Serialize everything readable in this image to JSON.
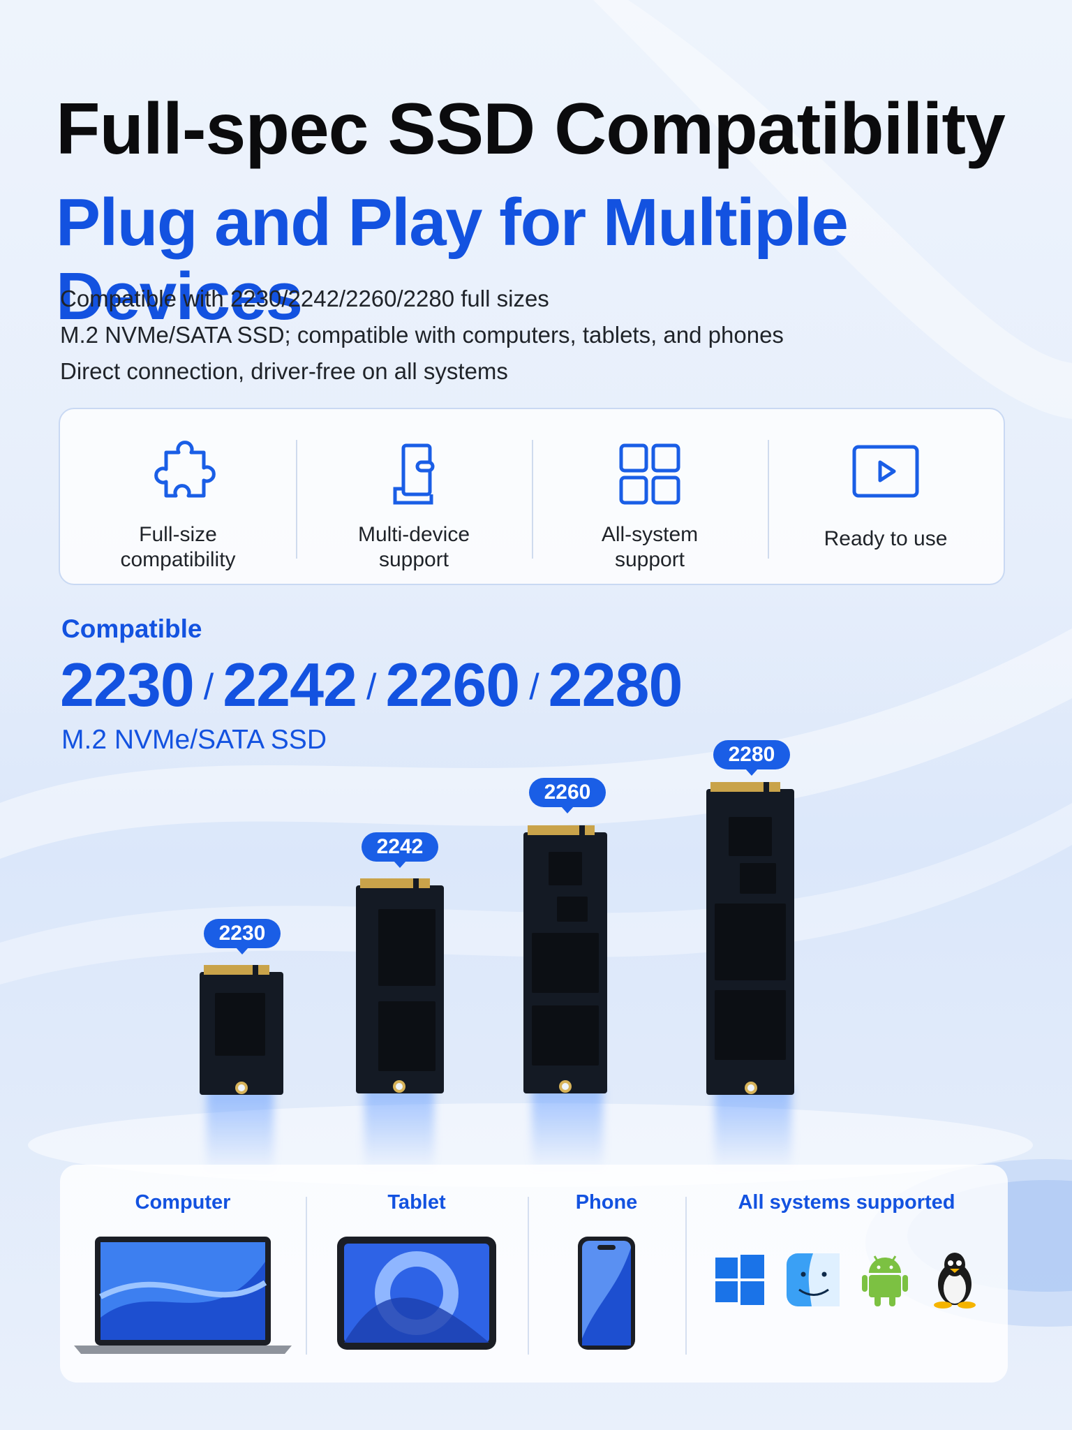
{
  "title_line1": "Full-spec SSD Compatibility",
  "title_line2": "Plug and Play for Multiple Devices",
  "description": [
    "Compatible with 2230/2242/2260/2280 full sizes",
    "M.2 NVMe/SATA SSD; compatible with computers, tablets, and phones",
    "Direct connection, driver-free on all systems"
  ],
  "features": [
    {
      "label": "Full-size\ncompatibility",
      "icon": "puzzle-icon"
    },
    {
      "label": "Multi-device\nsupport",
      "icon": "device-stand-icon"
    },
    {
      "label": "All-system\nsupport",
      "icon": "grid-icon"
    },
    {
      "label": "Ready to use",
      "icon": "play-icon"
    }
  ],
  "compat": {
    "heading": "Compatible",
    "sizes": [
      "2230",
      "2242",
      "2260",
      "2280"
    ],
    "separator": "/",
    "type": "M.2 NVMe/SATA SSD"
  },
  "ssd_tags": [
    "2230",
    "2242",
    "2260",
    "2280"
  ],
  "devices": {
    "computer": "Computer",
    "tablet": "Tablet",
    "phone": "Phone",
    "systems": "All systems supported",
    "os_icons": [
      "windows-icon",
      "macos-finder-icon",
      "android-icon",
      "linux-tux-icon"
    ]
  },
  "colors": {
    "accent": "#1352e0",
    "tag": "#1a5ee6",
    "title": "#0b0b0d"
  }
}
